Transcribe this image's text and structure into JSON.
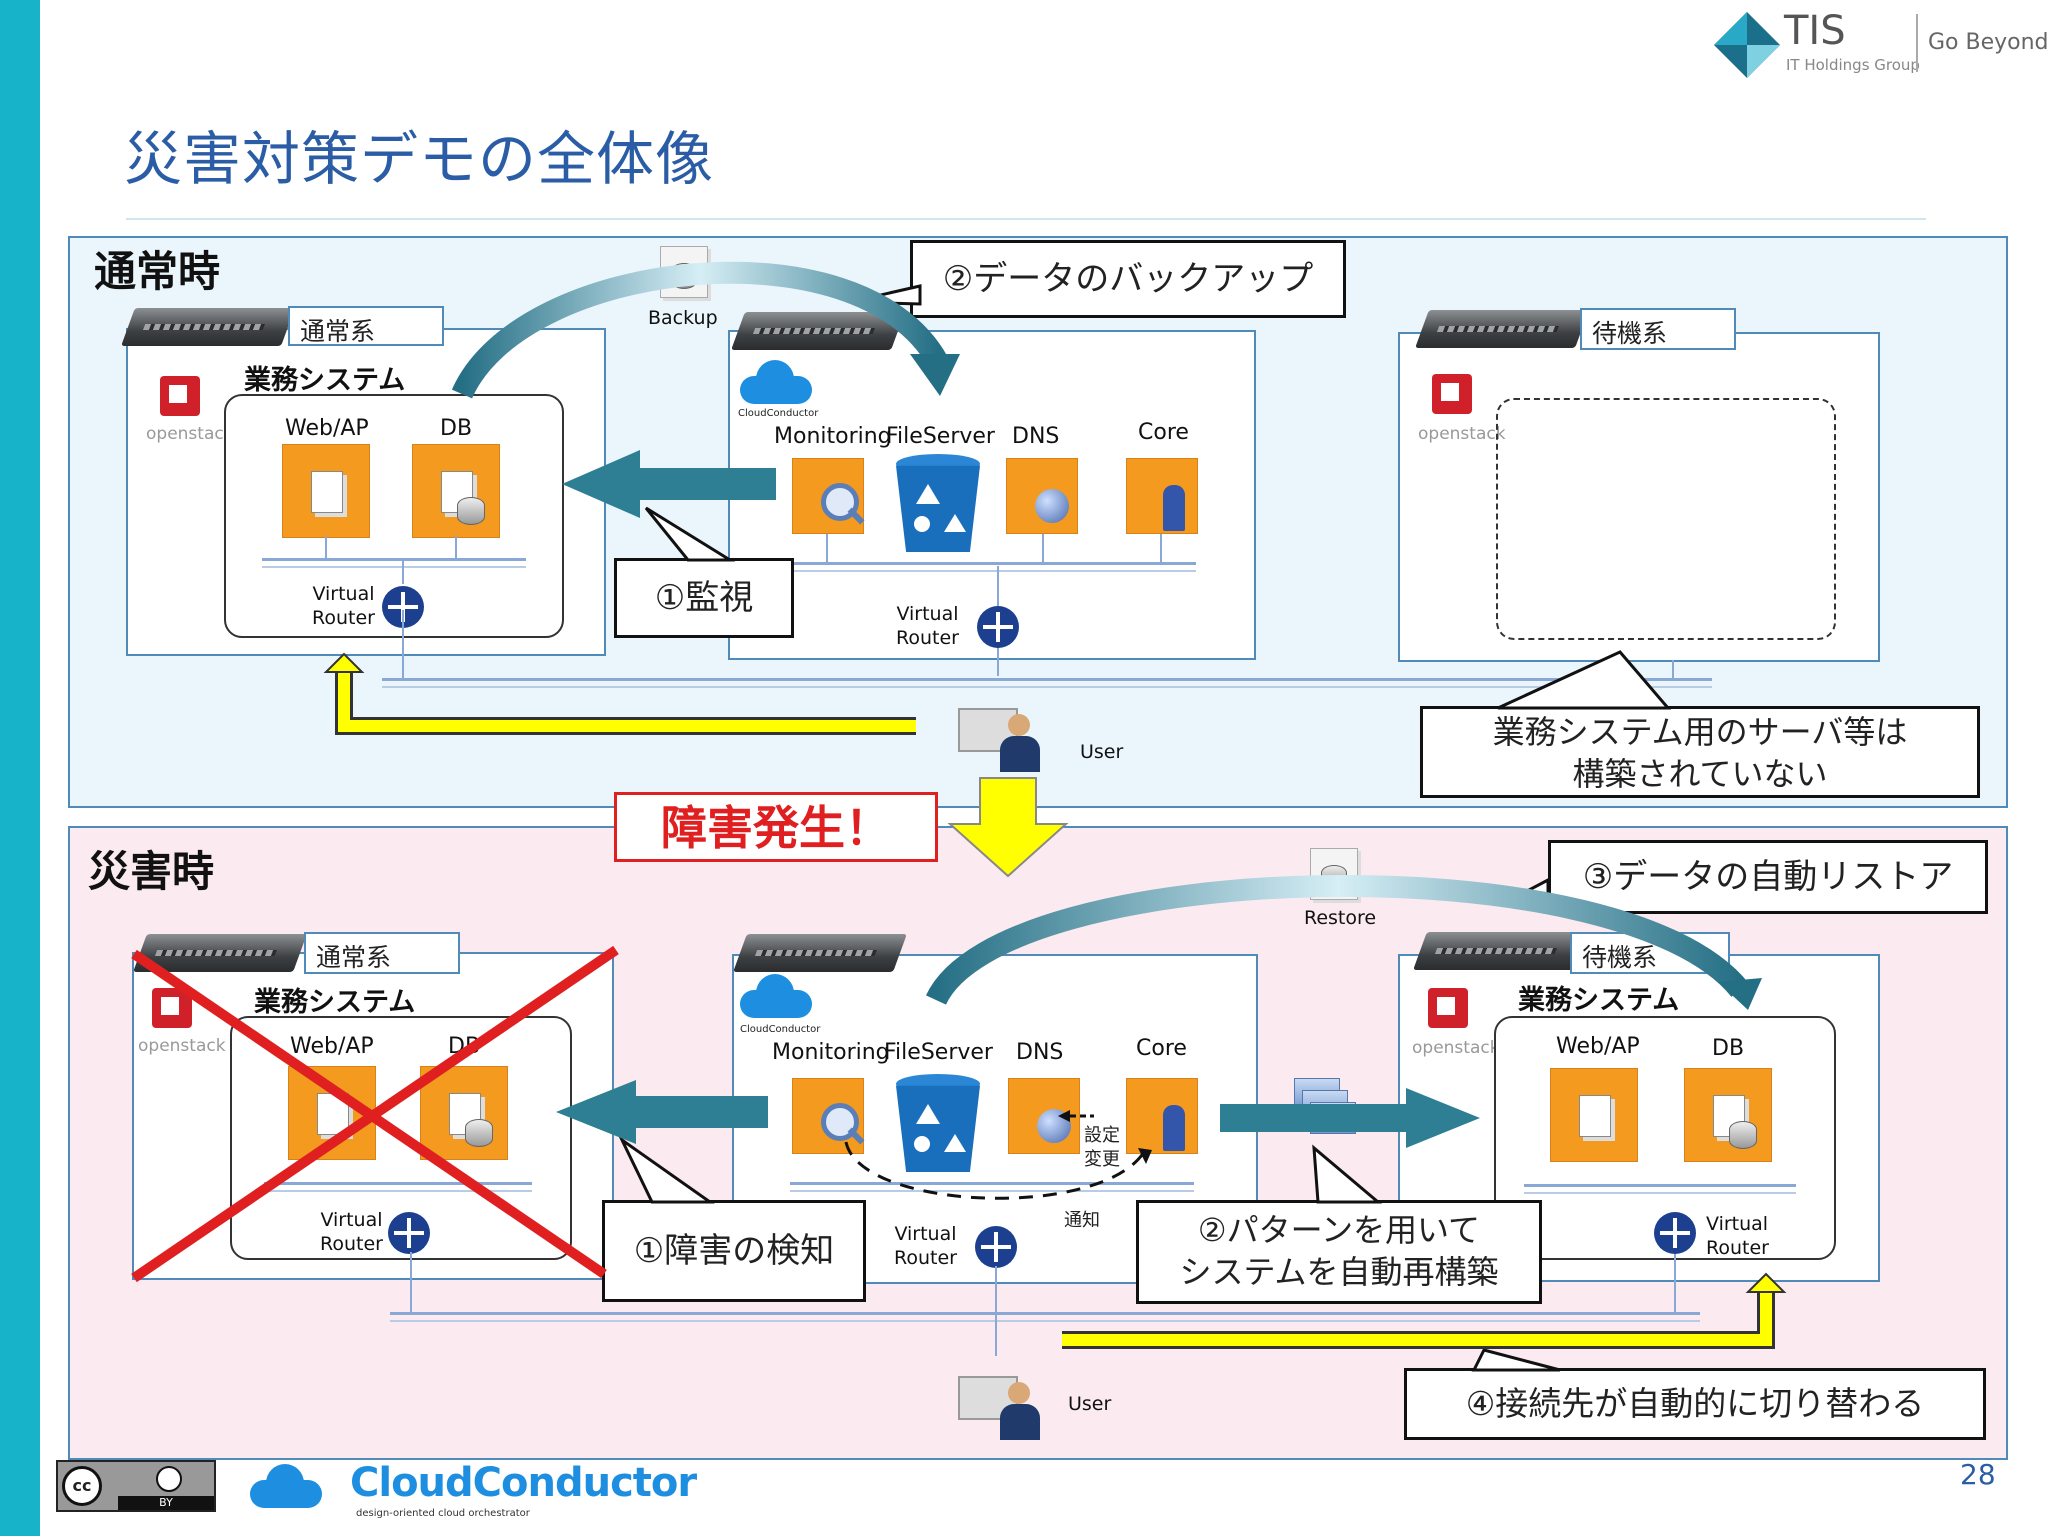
{
  "header": {
    "title": "災害対策デモの全体像",
    "logo_name": "TIS",
    "logo_sub": "IT Holdings Group",
    "slogan": "Go Beyond"
  },
  "normal": {
    "section_label": "通常時",
    "active_tag": "通常系",
    "standby_tag": "待機系",
    "system_heading": "業務システム",
    "webap": "Web/AP",
    "db": "DB",
    "virtual_router": "Virtual\nRouter",
    "backup_label": "Backup",
    "callout_backup": "②データのバックアップ",
    "callout_monitor": "①監視",
    "callout_not_built": "業務システム用のサーバ等は\n構築されていない",
    "monitoring": "Monitoring",
    "fileserver": "FileServer",
    "dns": "DNS",
    "core": "Core",
    "user": "User",
    "os_text": "openstack"
  },
  "disaster": {
    "section_label": "災害時",
    "banner": "障害発生！",
    "active_tag": "通常系",
    "standby_tag": "待機系",
    "system_heading": "業務システム",
    "webap": "Web/AP",
    "db": "DB",
    "virtual_router": "Virtual\nRouter",
    "restore_label": "Restore",
    "callout_restore": "③データの自動リストア",
    "callout_detect": "①障害の検知",
    "callout_rebuild": "②パターンを用いて\nシステムを自動再構築",
    "callout_switch": "④接続先が自動的に切り替わる",
    "note_setting": "設定\n変更",
    "note_notify": "通知",
    "monitoring": "Monitoring",
    "fileserver": "FileServer",
    "dns": "DNS",
    "core": "Core",
    "user": "User",
    "os_text": "openstack"
  },
  "cloudconductor_caption": "CloudConductor",
  "footer": {
    "brand_prefix": "Cloud",
    "brand_suffix": "Conductor",
    "brand_tagline": "design-oriented cloud orchestrator",
    "license_by": "BY",
    "license_icon": "cc-icon",
    "page_number": "28"
  },
  "colors": {
    "accent_bar": "#17b3c8",
    "title": "#2a5da6",
    "normal_bg": "#eaf6fb",
    "disaster_bg": "#fbeaf0",
    "arrow_teal": "#2e7f93",
    "warn_red": "#e02020",
    "yellow": "#ffff00"
  }
}
